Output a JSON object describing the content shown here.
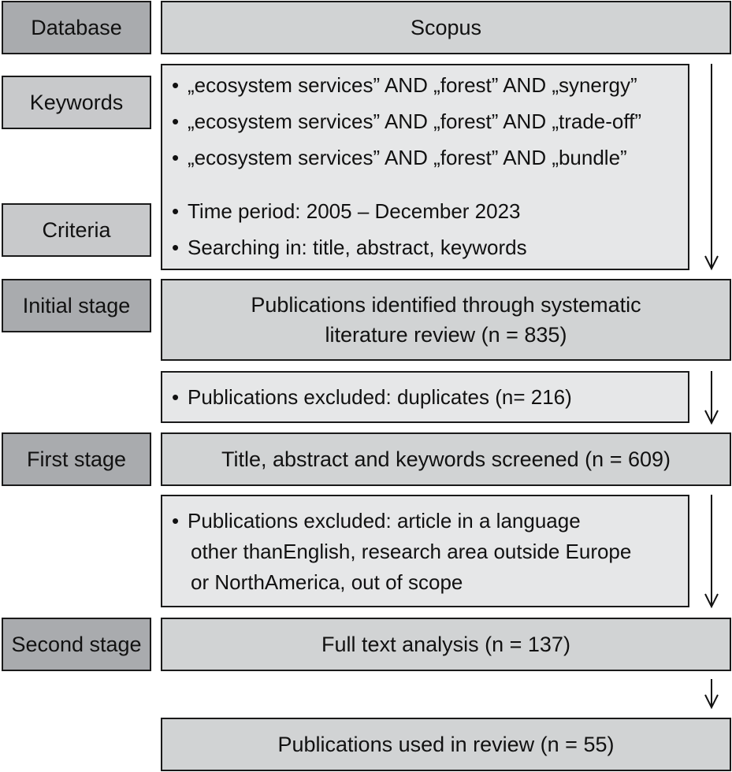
{
  "labels": {
    "database": "Database",
    "keywords": "Keywords",
    "criteria": "Criteria",
    "initial_stage": "Initial stage",
    "first_stage": "First stage",
    "second_stage": "Second stage"
  },
  "database_value": "Scopus",
  "keywords": [
    "„ecosystem services” AND  „forest” AND „synergy”",
    "„ecosystem services” AND „forest” AND „trade-off”",
    "„ecosystem services” AND „forest” AND „bundle”"
  ],
  "criteria": [
    "Time period: 2005 – December 2023",
    "Searching in: title, abstract, keywords"
  ],
  "initial_stage": {
    "line1": "Publications identified through systematic",
    "line2": "literature review (n = 835)"
  },
  "exclusion_1": "Publications excluded: duplicates (n= 216)",
  "first_stage": "Title, abstract and keywords screened (n = 609)",
  "exclusion_2": {
    "line1": "Publications excluded: article in a language",
    "line2": "other thanEnglish, research area outside Europe",
    "line3": "or NorthAmerica, out of scope"
  },
  "second_stage": "Full text analysis (n = 137)",
  "final": "Publications used  in review (n = 55)",
  "bullet_char": "•",
  "colors": {
    "label_fill": "#c8c9cb",
    "label_dark_fill": "#a9abae",
    "content_fill": "#e6e7e8",
    "content_dark_fill": "#d1d3d4",
    "border": "#1a1a1a"
  }
}
